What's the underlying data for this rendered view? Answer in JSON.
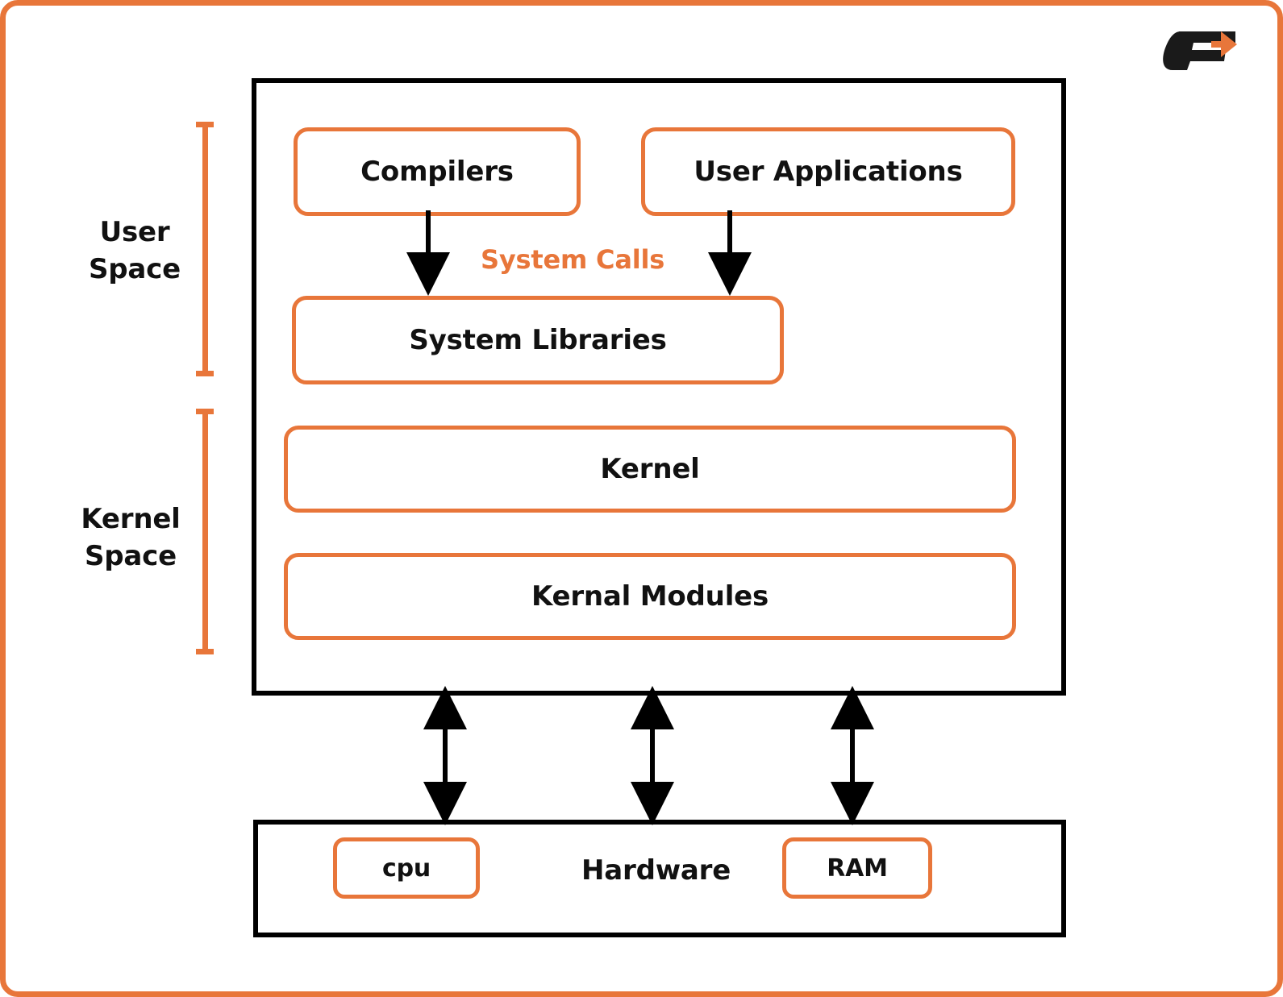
{
  "meta": {
    "title": "Linux Architecture Layers Diagram",
    "accent_color": "#e8763a",
    "text_color": "#111111",
    "line_color": "#000000",
    "background": "#ffffff"
  },
  "logo": {
    "name": "f-arrow-logo",
    "letter": "F",
    "dark_color": "#1a1a1a",
    "accent_color": "#e8763a"
  },
  "side_labels": [
    {
      "id": "user-space",
      "label": "User\nSpace",
      "line1": "User",
      "line2": "Space"
    },
    {
      "id": "kernel-space",
      "label": "Kernel\nSpace",
      "line1": "Kernel",
      "line2": "Space"
    }
  ],
  "os_box": {
    "boxes": [
      {
        "id": "compilers",
        "label": "Compilers"
      },
      {
        "id": "user-applications",
        "label": "User Applications"
      },
      {
        "id": "system-libraries",
        "label": "System Libraries"
      },
      {
        "id": "kernel",
        "label": "Kernel"
      },
      {
        "id": "kernel-modules",
        "label": "Kernal Modules"
      }
    ],
    "annotation": "System Calls"
  },
  "hardware_box": {
    "label": "Hardware",
    "components": [
      {
        "id": "cpu",
        "label": "cpu"
      },
      {
        "id": "ram",
        "label": "RAM"
      }
    ]
  },
  "connectors": [
    {
      "id": "compilers-to-system-libraries",
      "type": "arrow-down"
    },
    {
      "id": "user-applications-to-system-libraries",
      "type": "arrow-down"
    },
    {
      "id": "os-to-hardware-left",
      "type": "arrow-bidirectional"
    },
    {
      "id": "os-to-hardware-center",
      "type": "arrow-bidirectional"
    },
    {
      "id": "os-to-hardware-right",
      "type": "arrow-bidirectional"
    }
  ]
}
